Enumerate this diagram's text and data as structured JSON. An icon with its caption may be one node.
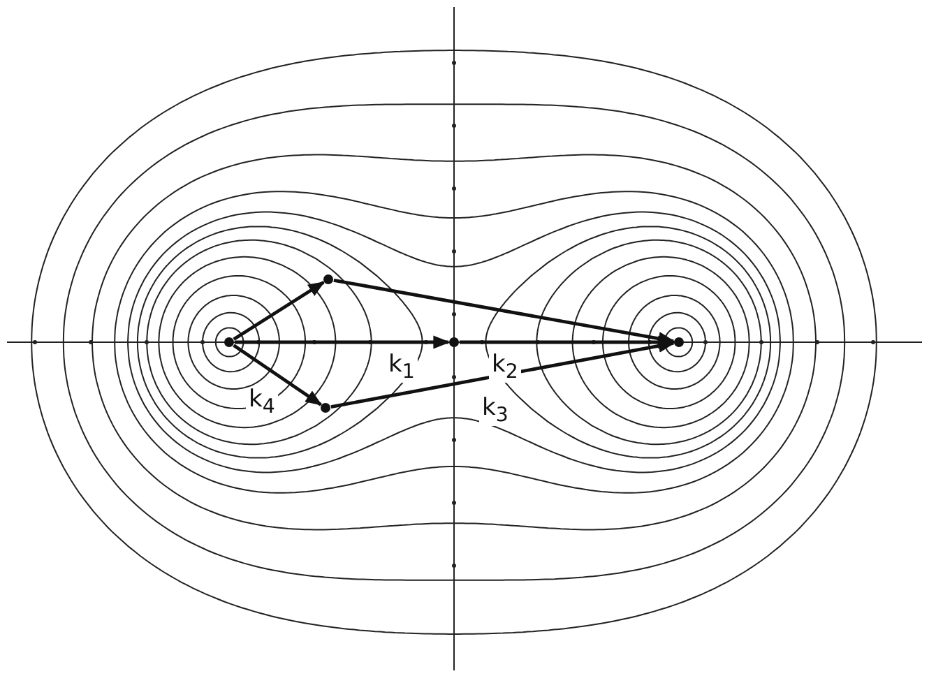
{
  "diagram": {
    "nodes": [
      {
        "text": [],
        "shape": "circle"
      },
      {
        "text": [],
        "shape": "circle"
      },
      {
        "text": [],
        "shape": "circle"
      },
      {
        "text": [],
        "shape": "circle"
      },
      {
        "text": [],
        "shape": "circle"
      }
    ],
    "edges": [
      {
        "from": 0,
        "to": 1,
        "arrow": "to"
      },
      {
        "from": 1,
        "to": 4,
        "arrow": "to"
      },
      {
        "from": 0,
        "to": 3,
        "label": "k$_{1}$",
        "arrow": "to"
      },
      {
        "from": 3,
        "to": 4,
        "label": "k$_{2}$",
        "arrow": "to"
      },
      {
        "from": 0,
        "to": 2,
        "label": "k$_{4}$",
        "arrow": "to"
      },
      {
        "from": 2,
        "to": 4,
        "label": "k$_{3}$",
        "arrow": "to"
      }
    ]
  }
}
